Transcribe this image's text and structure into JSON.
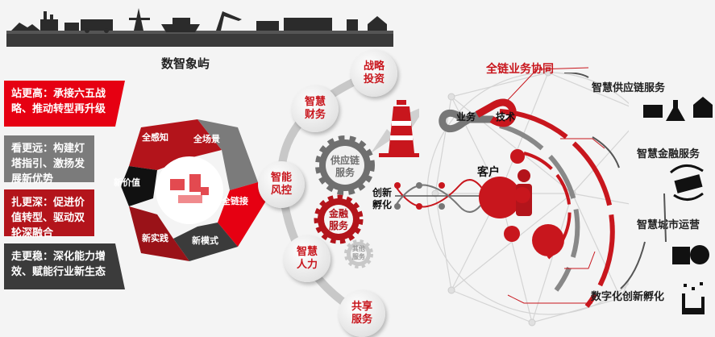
{
  "header": {
    "title": "数智象屿"
  },
  "left_panels": [
    {
      "text": "站更高：承接六五战略、推动转型再升级",
      "color": "#e60012"
    },
    {
      "text": "看更远：构建灯塔指引、激扬发展新优势",
      "color": "#7b7b7b"
    },
    {
      "text": "扎更深：促进价值转型、驱动双轮深融合",
      "color": "#b3141b"
    },
    {
      "text": "走更稳：深化能力增效、赋能行业新生态",
      "color": "#3b3b3b"
    }
  ],
  "cycle": {
    "segments": [
      "全感知",
      "全场景",
      "全链接",
      "新模式",
      "新实践",
      "新价值"
    ]
  },
  "bubbles": [
    {
      "line1": "战略",
      "line2": "投资"
    },
    {
      "line1": "智慧",
      "line2": "财务"
    },
    {
      "line1": "智能",
      "line2": "风控"
    },
    {
      "line1": "智慧",
      "line2": "人力"
    },
    {
      "line1": "共享",
      "line2": "服务"
    }
  ],
  "gears": [
    {
      "line1": "供应链",
      "line2": "服务"
    },
    {
      "line1": "金融",
      "line2": "服务"
    },
    {
      "line1": "其他",
      "line2": "服务"
    }
  ],
  "incubation": {
    "line1": "创新",
    "line2": "孵化"
  },
  "sphere": {
    "infinity_left": "业务",
    "infinity_right": "技术",
    "center_label": "客户"
  },
  "right": {
    "title": "全链业务协同",
    "services": [
      "智慧供应链服务",
      "智慧金融服务",
      "智慧城市运营",
      "数字化创新孵化"
    ]
  },
  "colors": {
    "red": "#c8161d",
    "bright_red": "#e60012",
    "gray": "#7b7b7b",
    "dark": "#3b3b3b"
  }
}
